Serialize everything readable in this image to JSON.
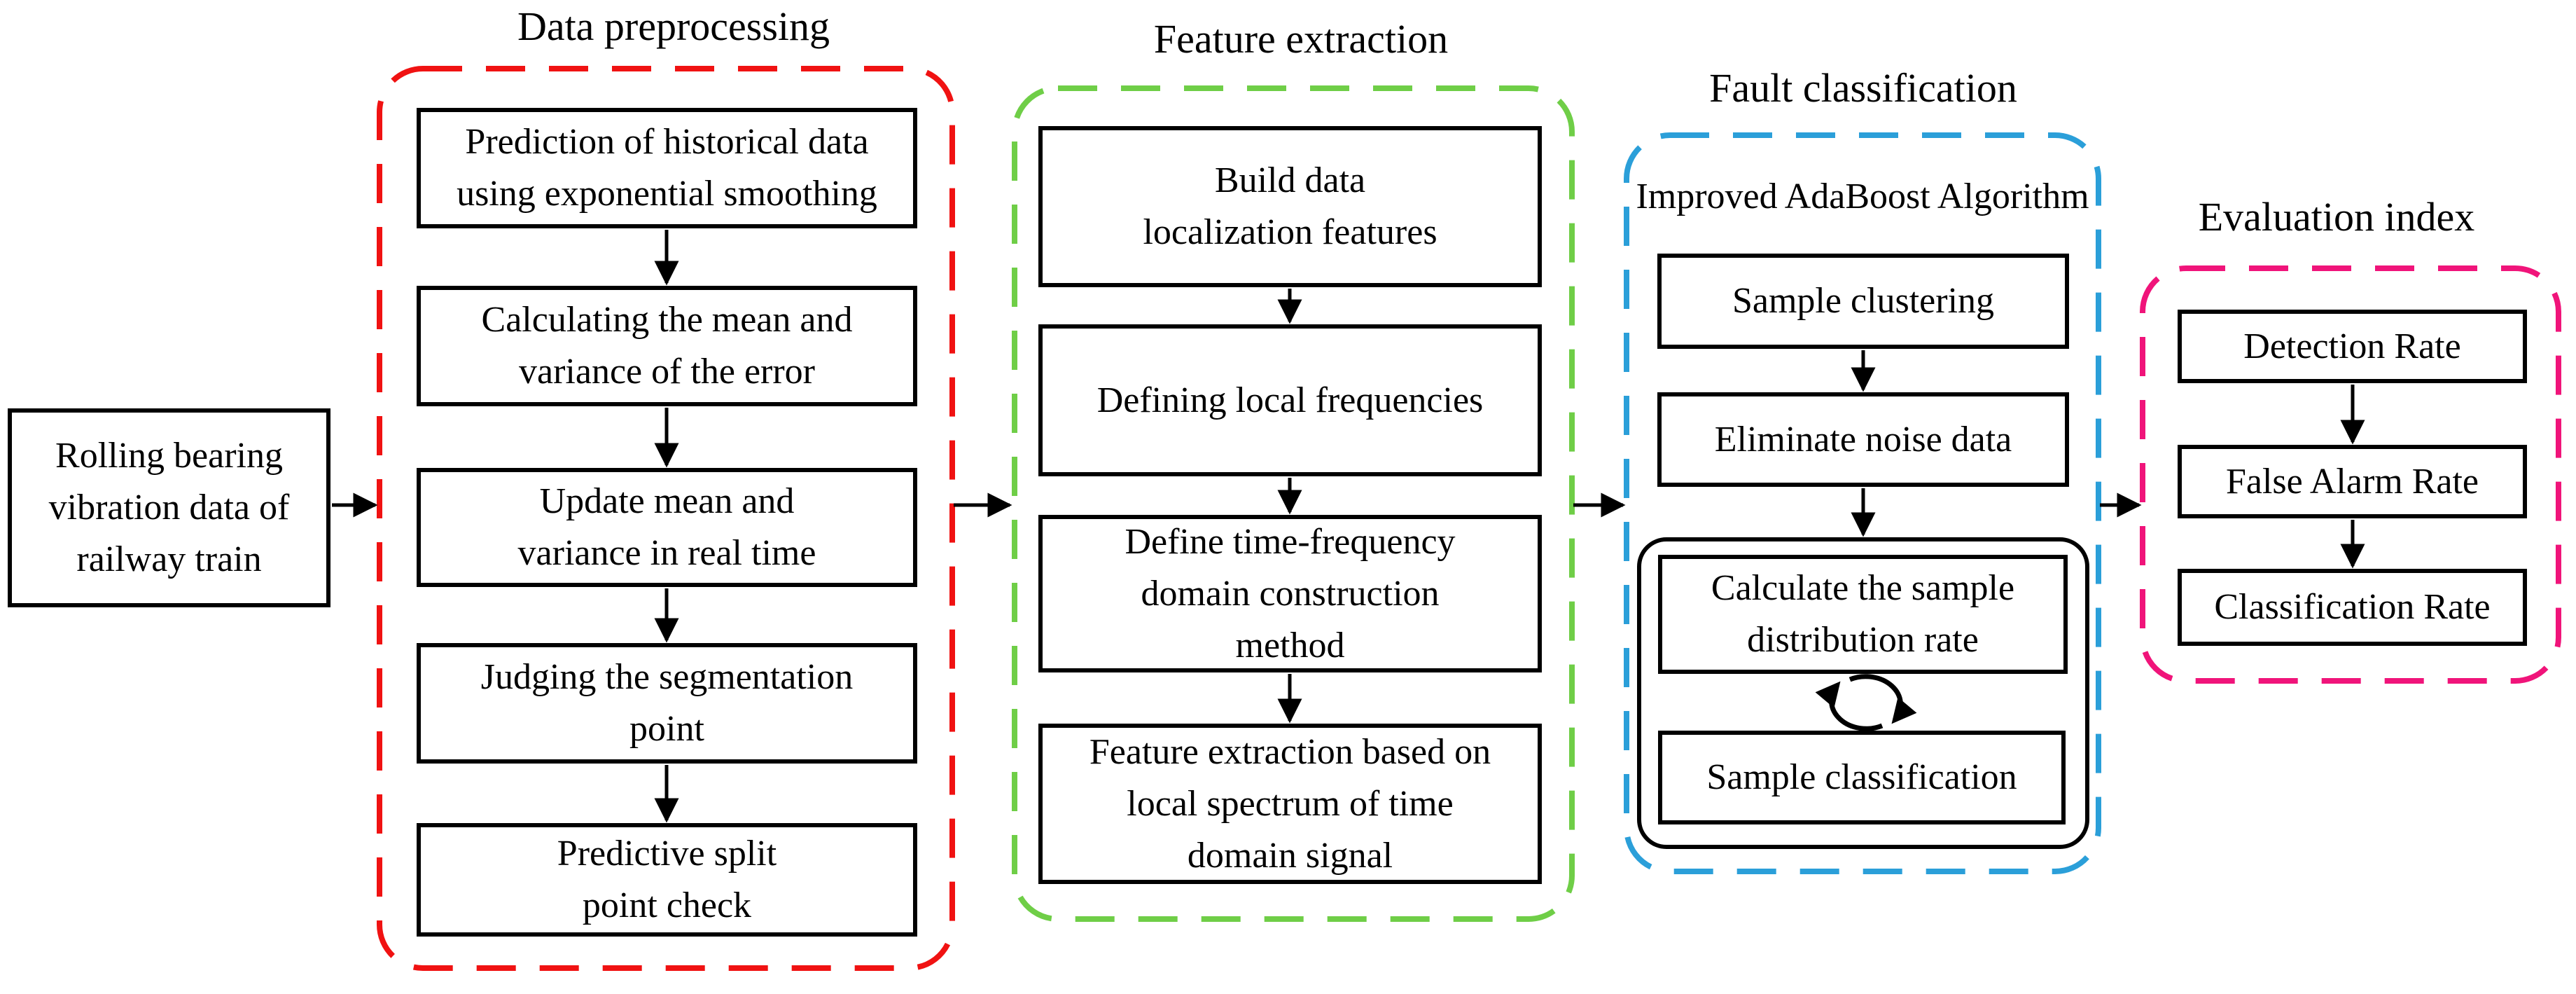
{
  "diagram": {
    "background_color": "#ffffff",
    "line_color": "#000000",
    "source": {
      "label": "Rolling bearing\nvibration data of\nrailway train"
    },
    "groups": [
      {
        "title": "Data preprocessing",
        "color": "#f01212",
        "steps": [
          "Prediction of historical data\nusing exponential smoothing",
          "Calculating the mean and\nvariance of the error",
          "Update mean and\nvariance in real time",
          "Judging the segmentation\npoint",
          "Predictive split\npoint check"
        ]
      },
      {
        "title": "Feature extraction",
        "color": "#6fce47",
        "steps": [
          "Build data\nlocalization features",
          "Defining local frequencies",
          "Define time-frequency\ndomain construction\nmethod",
          "Feature extraction based on\nlocal spectrum of time\ndomain signal"
        ]
      },
      {
        "title": "Fault classification",
        "color": "#2b9fd9",
        "algorithm_label": "Improved AdaBoost Algorithm",
        "steps": [
          "Sample clustering",
          "Eliminate noise data"
        ],
        "loop_steps": [
          "Calculate the sample\ndistribution rate",
          "Sample classification"
        ]
      },
      {
        "title": "Evaluation index",
        "color": "#f0147a",
        "steps": [
          "Detection Rate",
          "False Alarm Rate",
          "Classification Rate"
        ]
      }
    ]
  }
}
